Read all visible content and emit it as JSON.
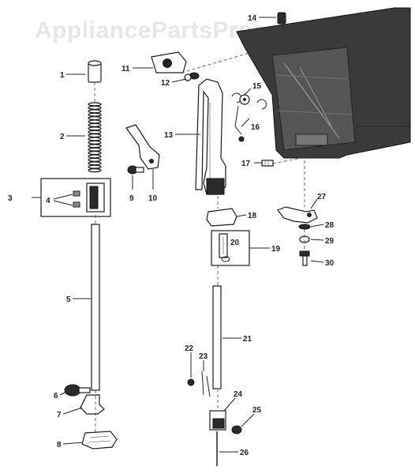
{
  "watermark": "AppliancePartsPros.com",
  "labels": {
    "l1": "1",
    "l2": "2",
    "l3": "3",
    "l4": "4",
    "l5": "5",
    "l6": "6",
    "l7": "7",
    "l8": "8",
    "l9": "9",
    "l10": "10",
    "l11": "11",
    "l12": "12",
    "l13": "13",
    "l14": "14",
    "l15": "15",
    "l16": "16",
    "l17": "17",
    "l18": "18",
    "l19": "19",
    "l20": "20",
    "l21": "21",
    "l22": "22",
    "l23": "23",
    "l24": "24",
    "l25": "25",
    "l26": "26",
    "l27": "27",
    "l28": "28",
    "l29": "29",
    "l30": "30"
  }
}
